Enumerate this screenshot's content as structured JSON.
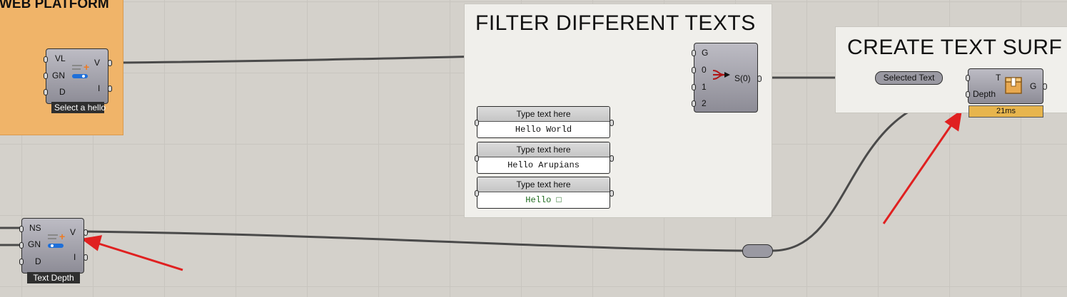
{
  "groups": {
    "web_platform_title": "WEB PLATFORM",
    "filter_title": "FILTER DIFFERENT TEXTS",
    "create_title": "CREATE TEXT SURF"
  },
  "select_hello": {
    "inputs": [
      "VL",
      "GN",
      "D"
    ],
    "outputs": [
      "V",
      "I"
    ],
    "caption": "Select a hello"
  },
  "text_depth": {
    "inputs": [
      "NS",
      "GN",
      "D"
    ],
    "outputs": [
      "V",
      "I"
    ],
    "caption": "Text Depth"
  },
  "stream_filter": {
    "inputs": [
      "G",
      "0",
      "1",
      "2"
    ],
    "output": "S(0)"
  },
  "panels": [
    {
      "header": "Type text here",
      "value": "Hello World"
    },
    {
      "header": "Type text here",
      "value": "Hello Arupians"
    },
    {
      "header": "Type text here",
      "value": "Hello □"
    }
  ],
  "relay_label": "Selected Text",
  "text_surface": {
    "inputs": [
      "T",
      "Depth"
    ],
    "output": "G",
    "timer": "21ms"
  },
  "colors": {
    "canvas": "#d4d1cb",
    "group_orange": "#f0b469",
    "annotation_arrow": "#e02020",
    "timer": "#e7b54d"
  }
}
